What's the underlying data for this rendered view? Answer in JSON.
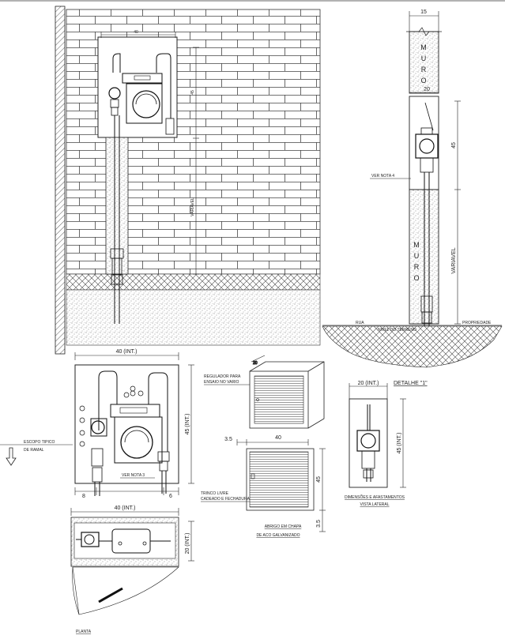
{
  "wall_elevation": {
    "dim_box_width": "40",
    "dim_box_height": "45",
    "variable_label": "VARIAVEL"
  },
  "side_section": {
    "dim_wall_thickness": "15",
    "wall_label_top": [
      "M",
      "U",
      "R",
      "O"
    ],
    "dim_box_width": "20",
    "dim_box_height": "45",
    "note_tag": "VER NOTA 4",
    "wall_label_bottom": [
      "M",
      "U",
      "R",
      "O"
    ],
    "variable_label": "VARIAVEL",
    "street_label": "RUA",
    "ground_label": "NIVEL DO TERRENO",
    "property_label": "PROPRIEDADE"
  },
  "front_view": {
    "dim_width": "40 (INT.)",
    "dim_height": "45 (INT.)",
    "dim_left": "8",
    "dim_right": "6",
    "note_tag": "VER NOTA 3",
    "branch_label_line1": "ESCOPO TIPICO",
    "branch_label_line2": "DE RAMAL"
  },
  "plan_view": {
    "dim_width": "40 (INT.)",
    "dim_height": "20 (INT.)",
    "caption": "PLANTA"
  },
  "shelter": {
    "dim_depth": "20",
    "note_top_line1": "REGULADOR PARA",
    "note_top_line2": "ENSAIO NO VARIO",
    "dim_left": "3.5",
    "dim_width": "40",
    "dim_height": "45",
    "dim_bottom": "3.5",
    "note_mid_line1": "TRINCO LIVRE",
    "note_mid_line2": "CADEADO E FECHADURA",
    "caption_line1": "ABRIGO EM CHAPA",
    "caption_line2": "DE ACO GALVANIZADO"
  },
  "detail": {
    "title": "DETALHE \"1\"",
    "dim_width": "20 (INT.)",
    "dim_height": "45 (INT.)",
    "caption_line1": "DIMENSÕES E AFASTAMENTOS",
    "caption_line2": "VISTA LATERAL"
  }
}
